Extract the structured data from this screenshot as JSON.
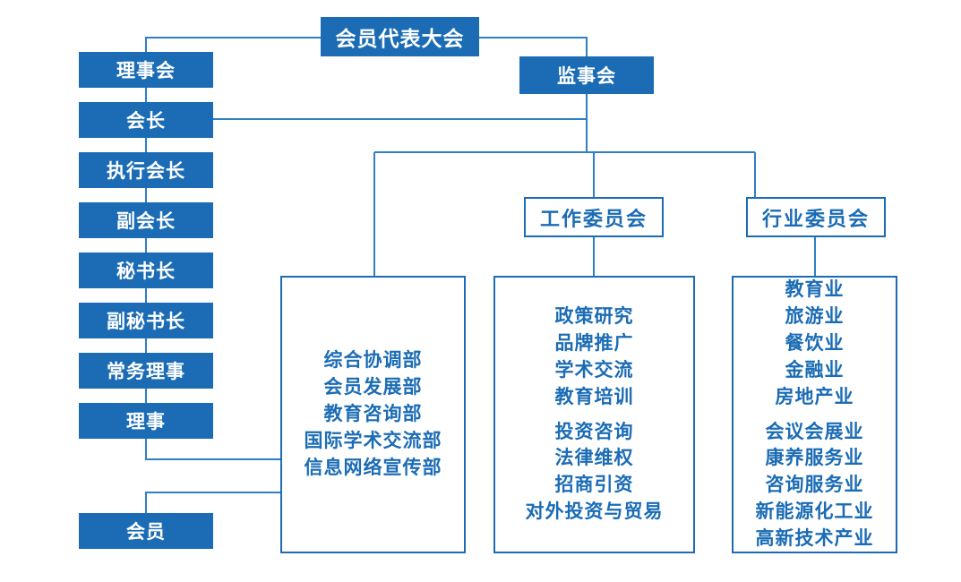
{
  "theme": {
    "brand_blue": "#1B6CB5",
    "line_blue": "#2E7FC4",
    "box_text_light": "#FFFFFF",
    "background": "#FFFFFF"
  },
  "top": {
    "assembly": "会员代表大会",
    "supervisory_board": "监事会"
  },
  "left_column": {
    "items": [
      {
        "label": "理事会"
      },
      {
        "label": "会长"
      },
      {
        "label": "执行会长"
      },
      {
        "label": "副会长"
      },
      {
        "label": "秘书长"
      },
      {
        "label": "副秘书长"
      },
      {
        "label": "常务理事"
      },
      {
        "label": "理事"
      }
    ],
    "members": "会员"
  },
  "departments": {
    "items": [
      "综合协调部",
      "会员发展部",
      "教育咨询部",
      "国际学术交流部",
      "信息网络宣传部"
    ]
  },
  "work_committee": {
    "title": "工作委员会",
    "items": [
      {
        "label": "政策研究",
        "gap": false
      },
      {
        "label": "品牌推广",
        "gap": false
      },
      {
        "label": "学术交流",
        "gap": false
      },
      {
        "label": "教育培训",
        "gap": false
      },
      {
        "label": "投资咨询",
        "gap": true
      },
      {
        "label": "法律维权",
        "gap": false
      },
      {
        "label": "招商引资",
        "gap": false
      },
      {
        "label": "对外投资与贸易",
        "gap": false
      }
    ]
  },
  "industry_committee": {
    "title": "行业委员会",
    "items": [
      {
        "label": "教育业",
        "gap": false
      },
      {
        "label": "旅游业",
        "gap": false
      },
      {
        "label": "餐饮业",
        "gap": false
      },
      {
        "label": "金融业",
        "gap": false
      },
      {
        "label": "房地产业",
        "gap": false
      },
      {
        "label": "会议会展业",
        "gap": true
      },
      {
        "label": "康养服务业",
        "gap": false
      },
      {
        "label": "咨询服务业",
        "gap": false
      },
      {
        "label": "新能源化工业",
        "gap": false
      },
      {
        "label": "高新技术产业",
        "gap": false
      }
    ]
  }
}
